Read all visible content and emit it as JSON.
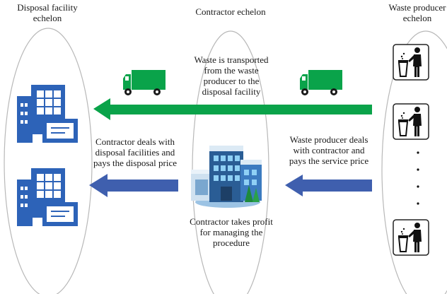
{
  "headers": {
    "disposal": "Disposal facility\nechelon",
    "contractor": "Contractor echelon",
    "producer": "Waste producer\nechelon"
  },
  "labels": {
    "transport": "Waste is transported\nfrom the waste\nproducer to the\ndisposal facility",
    "contractor_deals": "Contractor deals with\ndisposal facilities and\npays the disposal price",
    "producer_deals": "Waste producer deals\nwith contractor and\npays the service price",
    "profit": "Contractor takes profit\nfor managing the\nprocedure"
  },
  "icons": {
    "truck": "truck-icon",
    "factory": "factory-icon",
    "building": "office-building-icon",
    "trash": "person-trash-bin-icon"
  },
  "colors": {
    "green": "#0aa34a",
    "blue_arrow": "#3f5fae",
    "factory": "#2d63b8",
    "ellipse": "#b8b8b8"
  }
}
